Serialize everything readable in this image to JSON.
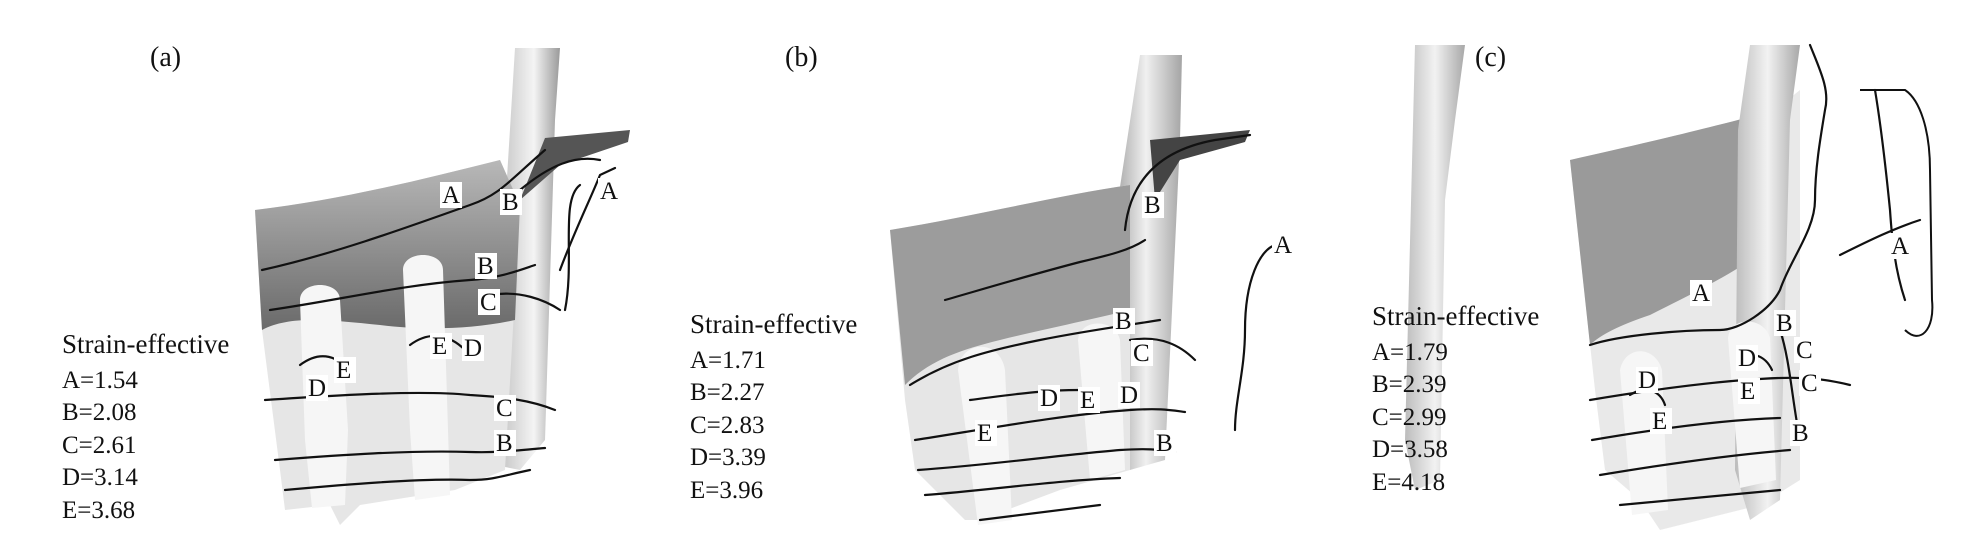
{
  "panels": [
    {
      "label": "(a)",
      "legend_title": "Strain-effective",
      "legend": [
        "A=1.54",
        "B=2.08",
        "C=2.61",
        "D=3.14",
        "E=3.68"
      ],
      "contour_tags": [
        "A",
        "A",
        "B",
        "B",
        "B",
        "C",
        "C",
        "D",
        "D",
        "E",
        "E"
      ]
    },
    {
      "label": "(b)",
      "legend_title": "Strain-effective",
      "legend": [
        "A=1.71",
        "B=2.27",
        "C=2.83",
        "D=3.39",
        "E=3.96"
      ],
      "contour_tags": [
        "A",
        "B",
        "B",
        "B",
        "C",
        "D",
        "D",
        "E",
        "E"
      ]
    },
    {
      "label": "(c)",
      "legend_title": "Strain-effective",
      "legend": [
        "A=1.79",
        "B=2.39",
        "C=2.99",
        "D=3.58",
        "E=4.18"
      ],
      "contour_tags": [
        "A",
        "A",
        "B",
        "B",
        "C",
        "C",
        "D",
        "D",
        "E",
        "E"
      ]
    }
  ],
  "colors": {
    "dark_zone": "#6f6f6f",
    "mid_zone": "#9a9a9a",
    "light_zone": "#e8e8e8",
    "contour": "#111111"
  }
}
